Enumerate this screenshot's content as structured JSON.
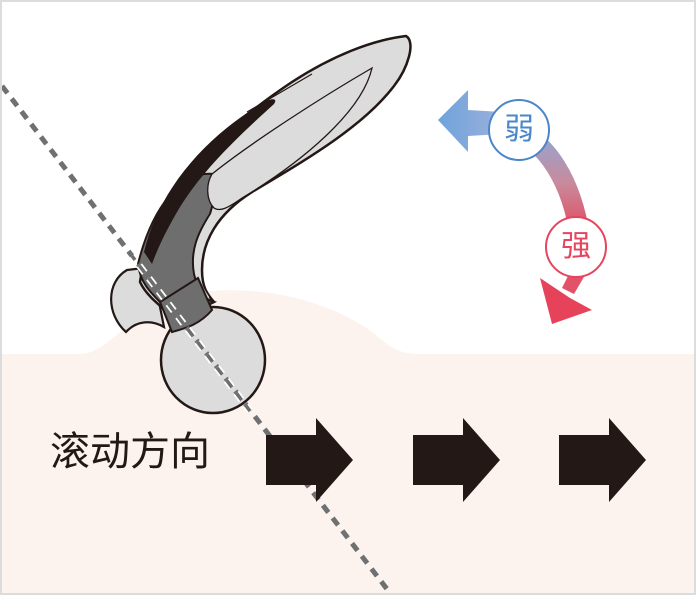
{
  "diagram": {
    "direction_label": "滚动方向",
    "intensity": {
      "weak_label": "弱",
      "strong_label": "强"
    },
    "direction_arrows_count": 3
  },
  "colors": {
    "skin": "#fdf3ee",
    "weak": "#4a86c8",
    "weak_arrow": "#7fa9dc",
    "strong": "#e5455e",
    "strong_arrow": "#e6435a",
    "arrow_dark": "#231815",
    "device_light": "#dcdcdc",
    "device_mid": "#6e6e6e",
    "device_dark": "#231815",
    "dashed_axis": "#6e7072",
    "frame_border": "#dcdcdc"
  }
}
